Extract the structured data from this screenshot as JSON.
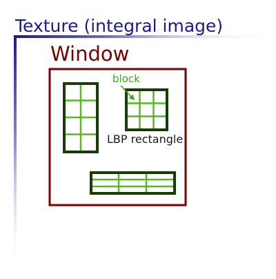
{
  "texture": {
    "title": "Texture (integral image)"
  },
  "window": {
    "title": "Window"
  },
  "annotations": {
    "block_label": "block",
    "lbp_label": "LBP rectangle"
  },
  "lbp_rectangles": [
    {
      "id": "tall",
      "rows": 4,
      "cols": 2
    },
    {
      "id": "square",
      "rows": 3,
      "cols": 3
    },
    {
      "id": "wide",
      "rows": 3,
      "cols": 3
    }
  ],
  "colors": {
    "texture_border": "#1a1a8c",
    "window_border": "#7a0000",
    "rect_border": "#163d06",
    "cell_lines": "#57b81f",
    "annotation_green": "#3aa81a"
  }
}
